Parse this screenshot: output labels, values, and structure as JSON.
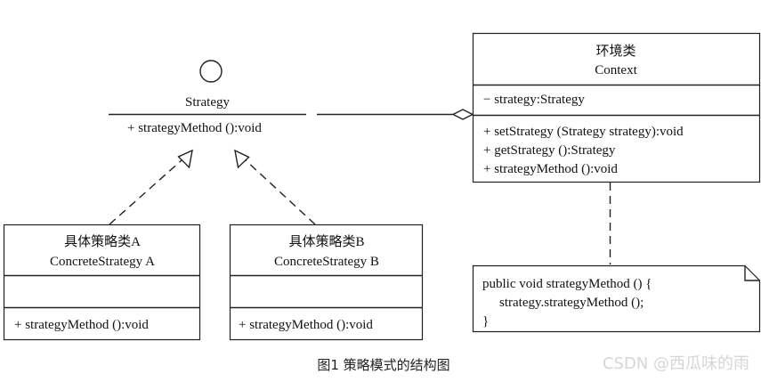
{
  "strategy": {
    "name": "Strategy",
    "operations": [
      "+ strategyMethod ():void"
    ]
  },
  "context": {
    "name_cn": "环境类",
    "name_en": "Context",
    "attributes": [
      "− strategy:Strategy"
    ],
    "operations": [
      "+ setStrategy (Strategy strategy):void",
      "+ getStrategy ():Strategy",
      "+ strategyMethod ():void"
    ]
  },
  "concrete_a": {
    "name_cn": "具体策略类A",
    "name_en": "ConcreteStrategy A",
    "operations": [
      "+ strategyMethod ():void"
    ]
  },
  "concrete_b": {
    "name_cn": "具体策略类B",
    "name_en": "ConcreteStrategy B",
    "operations": [
      "+ strategyMethod ():void"
    ]
  },
  "note": {
    "lines": [
      "public void strategyMethod () {",
      "strategy.strategyMethod ();",
      "}"
    ]
  },
  "caption": "图1 策略模式的结构图",
  "watermark": "CSDN @西瓜味的雨"
}
